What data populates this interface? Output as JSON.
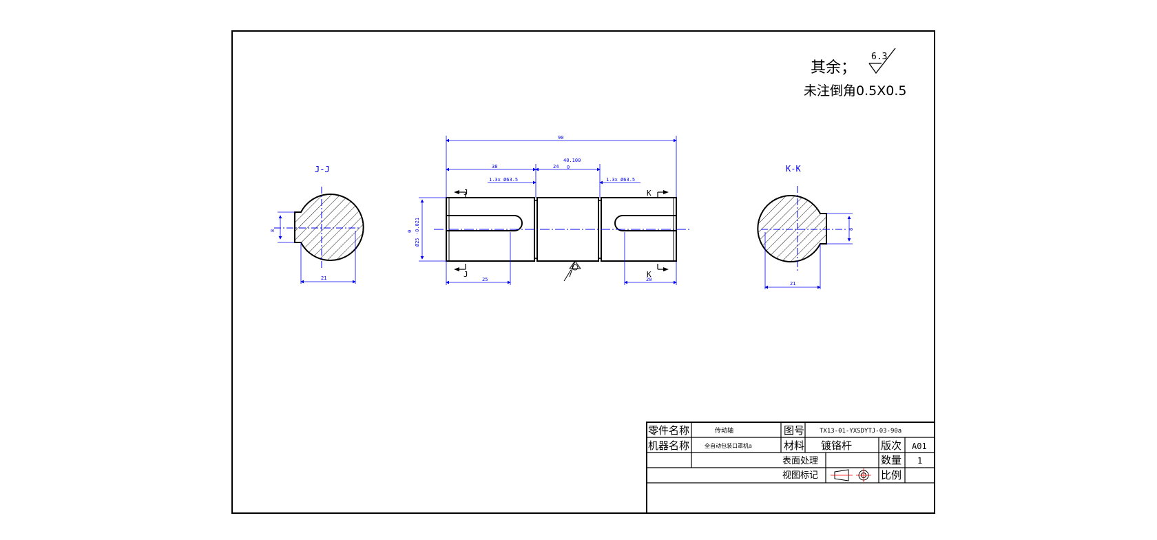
{
  "notes": {
    "roughness_prefix": "其余；",
    "roughness_value": "6.3",
    "chamfer_note": "未注倒角0.5X0.5"
  },
  "views": {
    "section_jj": "J-J",
    "section_kk": "K-K"
  },
  "dimensions": {
    "overall": "90",
    "left_seg": "38",
    "mid_seg": "24",
    "tol_upper": "40.100",
    "tol_lower": "0",
    "groove_left": "1.3x Ø63.5",
    "groove_right": "1.3x Ø63.5",
    "diameter": "Ø25 -0.021",
    "diameter_upper": "0",
    "slot_left": "25",
    "slot_right": "20",
    "jj_width": "21",
    "jj_key": "8",
    "kk_width": "21",
    "kk_key": "8",
    "mark_j": "J",
    "mark_k": "K"
  },
  "title_block": {
    "part_name_label": "零件名称",
    "part_name": "传动轴",
    "drawing_no_label": "图号",
    "drawing_no": "TX13-01-YXSDYTJ-03-90a",
    "machine_label": "机器名称",
    "machine_name": "全自动包装口罩机a",
    "material_label": "材料",
    "material": "镀铬杆",
    "revision_label": "版次",
    "revision": "A01",
    "surface_label": "表面处理",
    "quantity_label": "数量",
    "quantity": "1",
    "view_mark_label": "视图标记",
    "scale_label": "比例"
  },
  "colors": {
    "outline": "#000000",
    "dimension": "#0000ee",
    "hatch": "#000000"
  }
}
